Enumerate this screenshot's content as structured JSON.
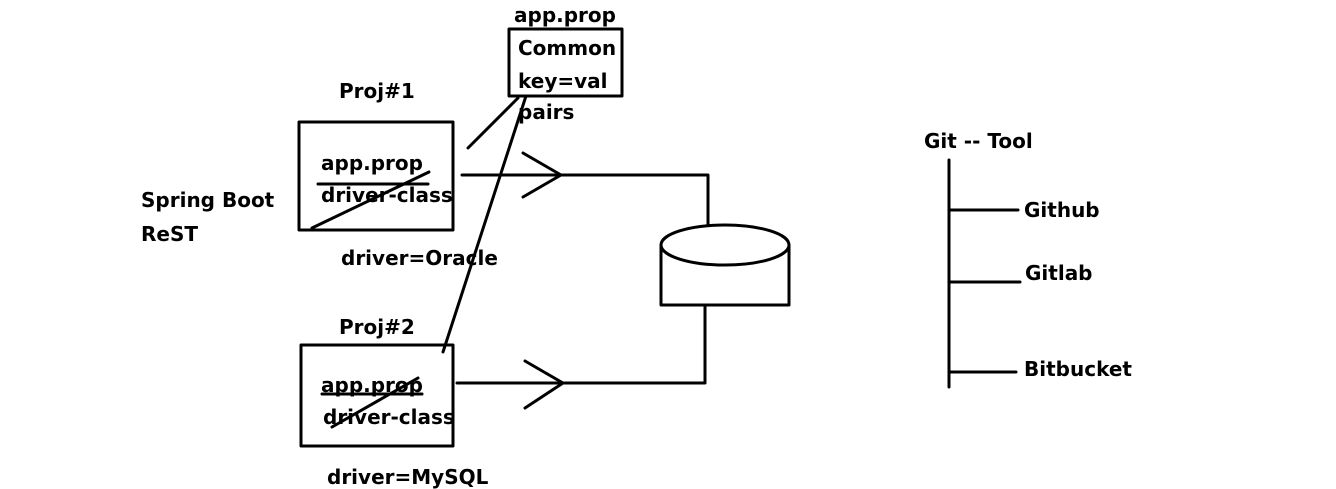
{
  "spring_boot": {
    "line1": "Spring Boot",
    "line2": "ReST"
  },
  "common_props": {
    "title": "app.prop",
    "line1": "Common",
    "line2": "key=val",
    "line3": "pairs"
  },
  "proj1": {
    "title": "Proj#1",
    "box_line1": "app.prop",
    "box_line2": "driver-class",
    "driver": "driver=Oracle"
  },
  "proj2": {
    "title": "Proj#2",
    "box_line1": "app.prop",
    "box_line2": "driver-class",
    "driver": "driver=MySQL"
  },
  "git_tree": {
    "root": "Git -- Tool",
    "branches": [
      "Github",
      "Gitlab",
      "Bitbucket"
    ]
  },
  "colors": {
    "ink": "#000000",
    "background": "#ffffff"
  }
}
